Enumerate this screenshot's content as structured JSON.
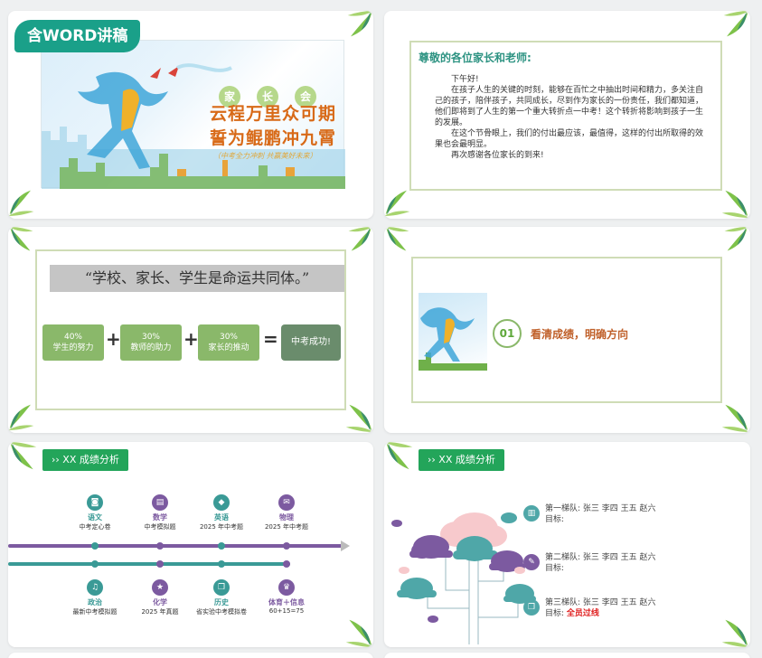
{
  "badge": {
    "label": "含WORD讲稿"
  },
  "slide1": {
    "chars": [
      "家",
      "长",
      "会"
    ],
    "title_line1": "云程万里众可期",
    "title_line2": "誓为鲲鹏冲九霄",
    "subtitle": "（中考全力冲刺 共赢美好未来）"
  },
  "slide2": {
    "heading": "尊敬的各位家长和老师:",
    "greeting": "下午好!",
    "para1": "在孩子人生的关键的时刻，能够在百忙之中抽出时间和精力，多关注自己的孩子，陪伴孩子，共同成长，尽到作为家长的一份责任，我们都知道，他们即将到了人生的第一个重大转折点一中考！这个转折将影响到孩子一生的发展。",
    "para2": "在这个节骨眼上，我们的付出最应该，最值得，这样的付出所取得的效果也会最明显。",
    "para3": "再次感谢各位家长的到来!"
  },
  "slide3": {
    "quote": "“学校、家长、学生是命运共同体。”",
    "boxes": [
      {
        "pct": "40%",
        "label": "学生的努力"
      },
      {
        "pct": "30%",
        "label": "教师的助力"
      },
      {
        "pct": "30%",
        "label": "家长的推动"
      }
    ],
    "plus": "+",
    "equals": "=",
    "result": "中考成功!"
  },
  "slide4": {
    "number": "01",
    "title": "看清成绩，明确方向"
  },
  "slide5": {
    "tag": "›› XX 成绩分析",
    "top": [
      {
        "name": "语文",
        "desc": "中考定心卷",
        "icon": "camera-icon"
      },
      {
        "name": "数学",
        "desc": "中考模拟题",
        "icon": "document-icon"
      },
      {
        "name": "英语",
        "desc": "2025 年中考题",
        "icon": "tag-icon"
      },
      {
        "name": "物理",
        "desc": "2025 年中考题",
        "icon": "mail-icon"
      }
    ],
    "bottom": [
      {
        "name": "政治",
        "desc": "最新中考模拟题",
        "icon": "music-icon"
      },
      {
        "name": "化学",
        "desc": "2025 年真题",
        "icon": "star-icon"
      },
      {
        "name": "历史",
        "desc": "省实验中考模拟卷",
        "icon": "copy-icon"
      },
      {
        "name": "体育＋信息",
        "desc": "60+15=75",
        "icon": "trophy-icon"
      }
    ],
    "colors": {
      "teal": "#3a9a96",
      "purple": "#7c5aa0"
    }
  },
  "slide6": {
    "tag": "›› XX 成绩分析",
    "rows": [
      {
        "line1": "第一梯队: 张三  李四  王五  赵六",
        "line2": "目标:",
        "highlight": ""
      },
      {
        "line1": "第二梯队: 张三  李四  王五  赵六",
        "line2": "目标:",
        "highlight": ""
      },
      {
        "line1": "第三梯队: 张三  李四  王五  赵六",
        "line2": "目标: ",
        "highlight": "全员过线"
      }
    ]
  }
}
